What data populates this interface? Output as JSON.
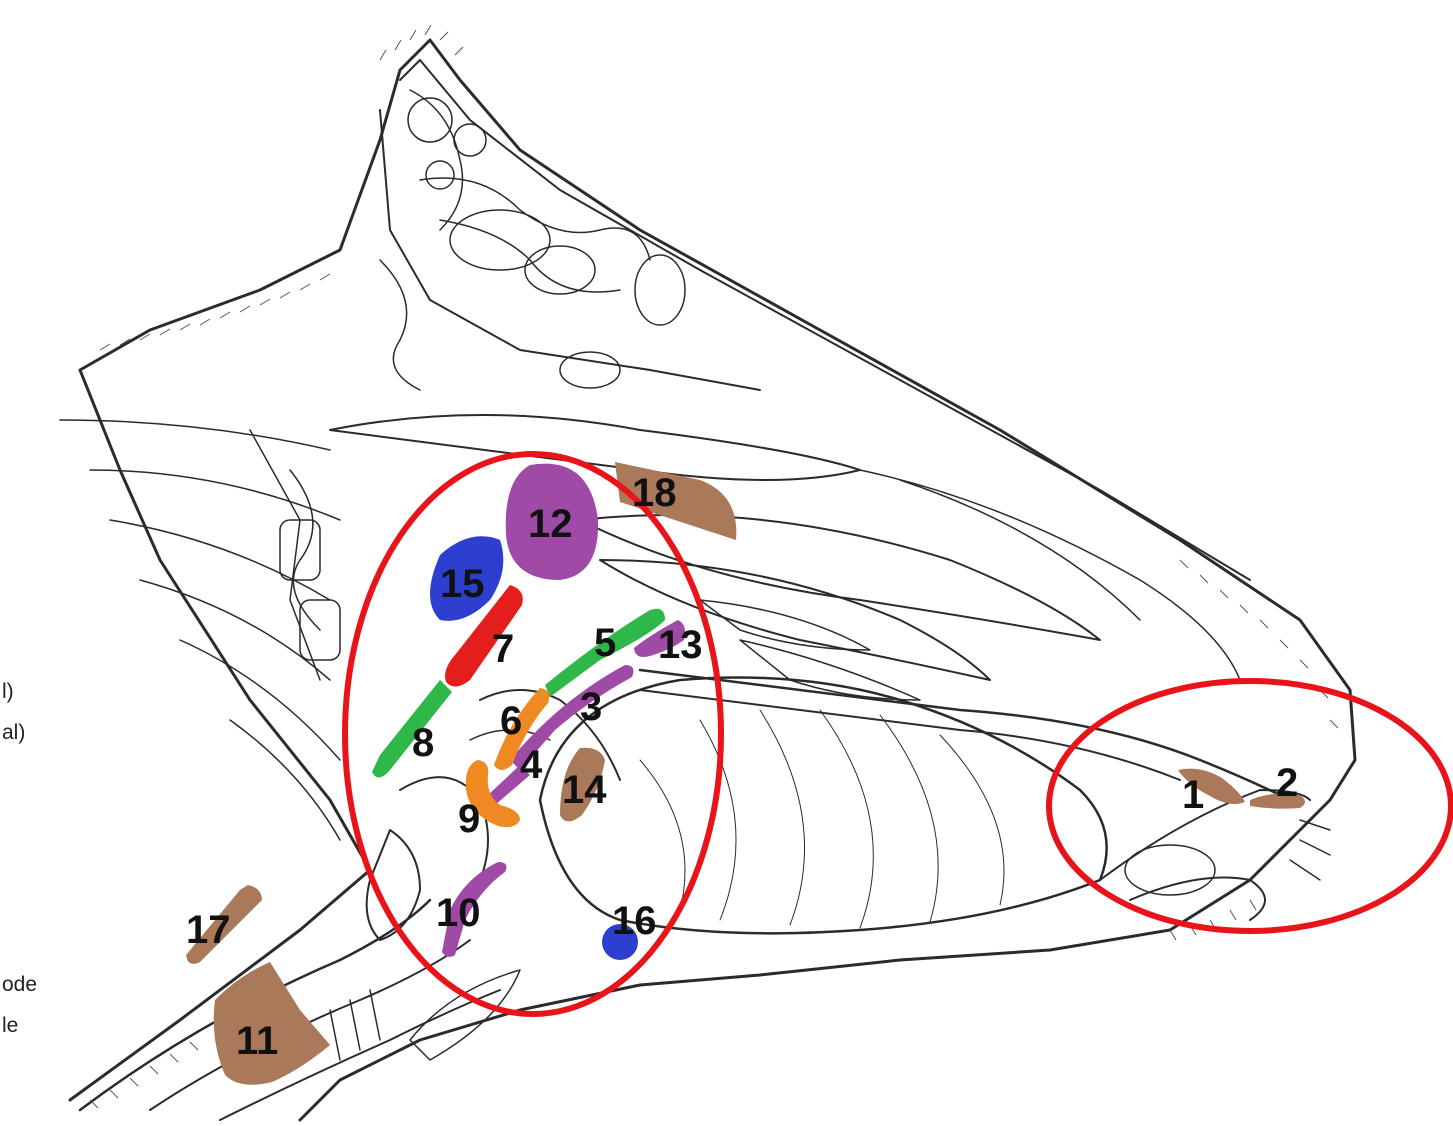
{
  "legend_fragments": [
    "l)",
    "al)",
    "ode",
    "le"
  ],
  "colors": {
    "brown": "#a9795a",
    "purple": "#a04aa8",
    "green": "#2fb84a",
    "red": "#e41d1d",
    "blue": "#2d3fcf",
    "orange": "#ef8a22",
    "circle": "#e8141a"
  },
  "labels": [
    {
      "id": "1",
      "text": "1",
      "color": "brown"
    },
    {
      "id": "2",
      "text": "2",
      "color": "brown"
    },
    {
      "id": "3",
      "text": "3",
      "color": "purple"
    },
    {
      "id": "4",
      "text": "4",
      "color": "purple"
    },
    {
      "id": "5",
      "text": "5",
      "color": "green"
    },
    {
      "id": "6",
      "text": "6",
      "color": "orange"
    },
    {
      "id": "7",
      "text": "7",
      "color": "red"
    },
    {
      "id": "8",
      "text": "8",
      "color": "green"
    },
    {
      "id": "9",
      "text": "9",
      "color": "orange"
    },
    {
      "id": "10",
      "text": "10",
      "color": "purple"
    },
    {
      "id": "11",
      "text": "11",
      "color": "brown"
    },
    {
      "id": "12",
      "text": "12",
      "color": "purple"
    },
    {
      "id": "13",
      "text": "13",
      "color": "purple"
    },
    {
      "id": "14",
      "text": "14",
      "color": "brown"
    },
    {
      "id": "15",
      "text": "15",
      "color": "blue"
    },
    {
      "id": "16",
      "text": "16",
      "color": "blue"
    },
    {
      "id": "17",
      "text": "17",
      "color": "brown"
    },
    {
      "id": "18",
      "text": "18",
      "color": "brown"
    }
  ]
}
